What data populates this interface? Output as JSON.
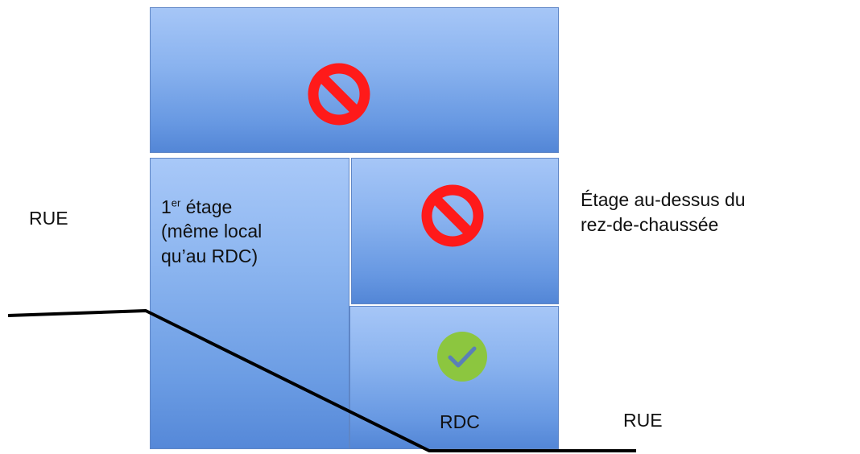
{
  "labels": {
    "street_left": "RUE",
    "street_right": "RUE",
    "first_floor_number": "1",
    "first_floor_superscript": "er",
    "first_floor_line1_rest": " étage",
    "first_floor_line2": "(même local",
    "first_floor_line3": "qu’au RDC)",
    "rdc": "RDC",
    "above_line1": "Étage au-dessus du",
    "above_line2": "rez-de-chaussée"
  },
  "icons": {
    "forbidden_top": "no-entry",
    "forbidden_middle": "no-entry",
    "allowed_rdc": "check"
  },
  "colors": {
    "forbidden": "#ff1a1a",
    "allowed": "#8cc63f"
  }
}
